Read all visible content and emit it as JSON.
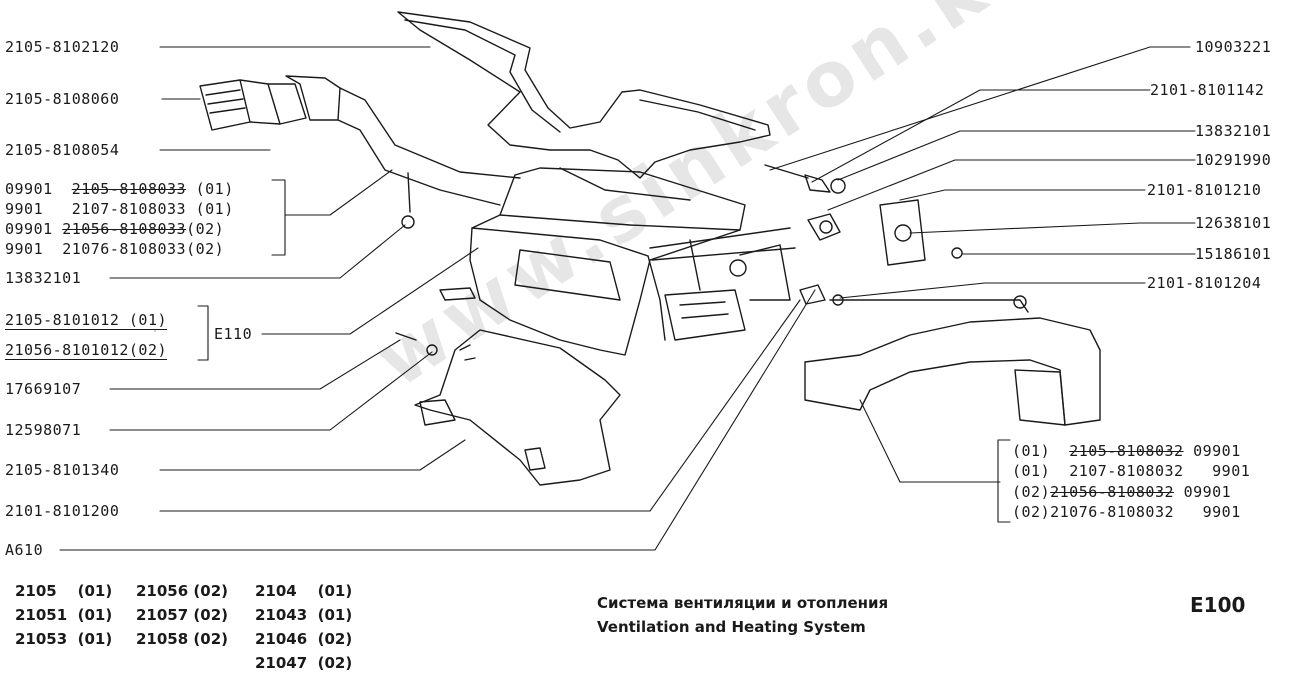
{
  "title_ru": "Система вентиляции и отопления",
  "title_en": "Ventilation and Heating System",
  "page_code": "E100",
  "watermark": "www.sinkron.kz",
  "labels_left": {
    "l1": "2105-8102120",
    "l2": "2105-8108060",
    "l3": "2105-8108054",
    "g1": [
      {
        "a": "09901",
        "b": "2105-8108033",
        "c": "(01)"
      },
      {
        "a": "9901",
        "b": "2107-8108033",
        "c": "(01)"
      },
      {
        "a": "09901",
        "b": "21056-8108033",
        "c": "(02)"
      },
      {
        "a": "9901",
        "b": "21076-8108033",
        "c": "(02)"
      }
    ],
    "l4": "13832101",
    "g2": [
      {
        "a": "2105-8101012",
        "c": "(01)"
      },
      {
        "a": "21056-8101012",
        "c": "(02)"
      }
    ],
    "g2_ref": "E110",
    "l5": "17669107",
    "l6": "12598071",
    "l7": "2105-8101340",
    "l8": "2101-8101200",
    "l9": "A610"
  },
  "labels_right": {
    "r1": "10903221",
    "r2": "2101-8101142",
    "r3": "13832101",
    "r4": "10291990",
    "r5": "2101-8101210",
    "r6": "12638101",
    "r7": "15186101",
    "r8": "2101-8101204",
    "g3": [
      {
        "c": "(01)",
        "b": "2105-8108032",
        "a": "09901"
      },
      {
        "c": "(01)",
        "b": "2107-8108032",
        "a": "9901"
      },
      {
        "c": "(02)",
        "b": "21056-8108032",
        "a": "09901"
      },
      {
        "c": "(02)",
        "b": "21076-8108032",
        "a": "9901"
      }
    ]
  },
  "models": [
    {
      "m": "2105",
      "v": "(01)"
    },
    {
      "m": "21056",
      "v": "(02)"
    },
    {
      "m": "2104",
      "v": "(01)"
    },
    {
      "m": "21051",
      "v": "(01)"
    },
    {
      "m": "21057",
      "v": "(02)"
    },
    {
      "m": "21043",
      "v": "(01)"
    },
    {
      "m": "21053",
      "v": "(01)"
    },
    {
      "m": "21058",
      "v": "(02)"
    },
    {
      "m": "21046",
      "v": "(02)"
    },
    {
      "m": "21047",
      "v": "(02)"
    }
  ]
}
